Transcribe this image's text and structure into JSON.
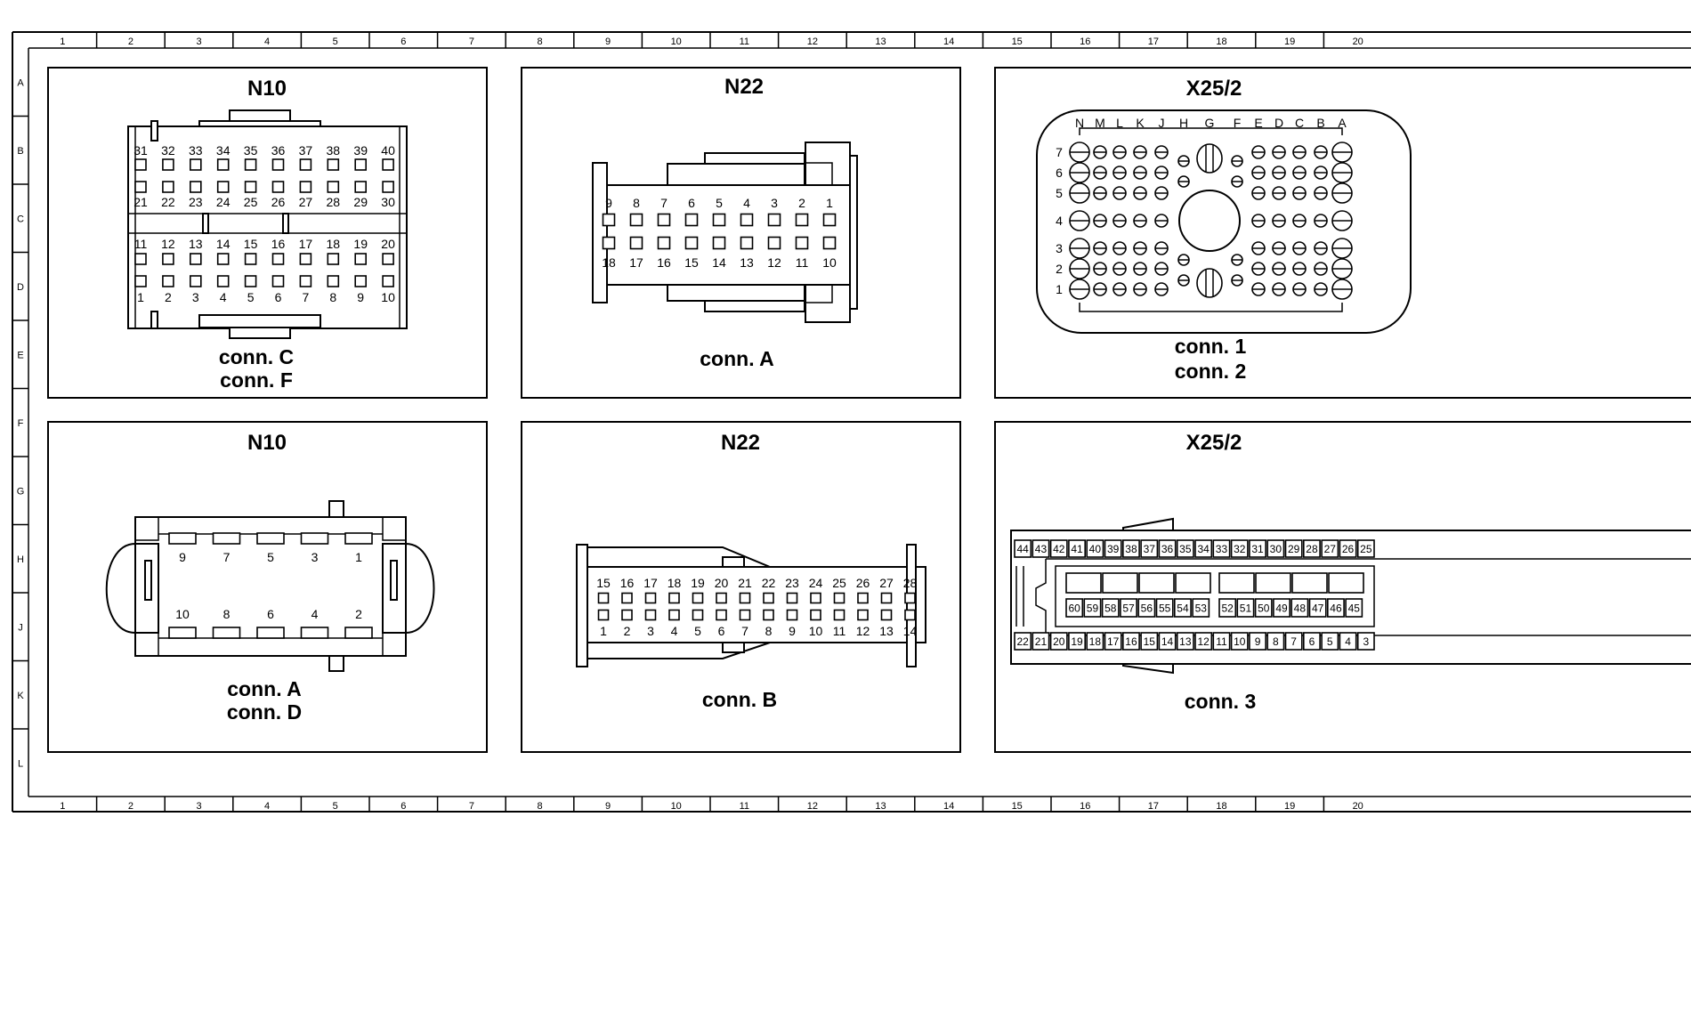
{
  "frame": {
    "columns": [
      "1",
      "2",
      "3",
      "4",
      "5",
      "6",
      "7",
      "8",
      "9",
      "10",
      "11",
      "12",
      "13",
      "14",
      "15",
      "16",
      "17",
      "18",
      "19",
      "20"
    ],
    "rows": [
      "A",
      "B",
      "C",
      "D",
      "E",
      "F",
      "G",
      "H",
      "J",
      "K",
      "L"
    ]
  },
  "panels": [
    {
      "id": "n10-top",
      "title": "N10",
      "labels": [
        "conn. C",
        "conn. F"
      ],
      "upper_top": [
        "31",
        "32",
        "33",
        "34",
        "35",
        "36",
        "37",
        "38",
        "39",
        "40"
      ],
      "upper_bottom": [
        "21",
        "22",
        "23",
        "24",
        "25",
        "26",
        "27",
        "28",
        "29",
        "30"
      ],
      "lower_top": [
        "11",
        "12",
        "13",
        "14",
        "15",
        "16",
        "17",
        "18",
        "19",
        "20"
      ],
      "lower_bottom": [
        "1",
        "2",
        "3",
        "4",
        "5",
        "6",
        "7",
        "8",
        "9",
        "10"
      ]
    },
    {
      "id": "n22-top",
      "title": "N22",
      "labels": [
        "conn. A"
      ],
      "top": [
        "9",
        "8",
        "7",
        "6",
        "5",
        "4",
        "3",
        "2",
        "1"
      ],
      "bottom": [
        "18",
        "17",
        "16",
        "15",
        "14",
        "13",
        "12",
        "11",
        "10"
      ]
    },
    {
      "id": "x25-top",
      "title": "X25/2",
      "labels": [
        "conn. 1",
        "conn. 2"
      ],
      "cols": [
        "N",
        "M",
        "L",
        "K",
        "J",
        "H",
        "G",
        "F",
        "E",
        "D",
        "C",
        "B",
        "A"
      ],
      "rows": [
        "7",
        "6",
        "5",
        "4",
        "3",
        "2",
        "1"
      ]
    },
    {
      "id": "n10-bottom",
      "title": "N10",
      "labels": [
        "conn. A",
        "conn. D"
      ],
      "top": [
        "9",
        "7",
        "5",
        "3",
        "1"
      ],
      "bottom": [
        "10",
        "8",
        "6",
        "4",
        "2"
      ]
    },
    {
      "id": "n22-bottom",
      "title": "N22",
      "labels": [
        "conn. B"
      ],
      "top": [
        "15",
        "16",
        "17",
        "18",
        "19",
        "20",
        "21",
        "22",
        "23",
        "24",
        "25",
        "26",
        "27",
        "28"
      ],
      "bottom": [
        "1",
        "2",
        "3",
        "4",
        "5",
        "6",
        "7",
        "8",
        "9",
        "10",
        "11",
        "12",
        "13",
        "14"
      ]
    },
    {
      "id": "x25-bottom",
      "title": "X25/2",
      "labels": [
        "conn. 3"
      ],
      "top": [
        "44",
        "43",
        "42",
        "41",
        "40",
        "39",
        "38",
        "37",
        "36",
        "35",
        "34",
        "33",
        "32",
        "31",
        "30",
        "29",
        "28",
        "27",
        "26",
        "25"
      ],
      "mid_left": [
        "60",
        "59",
        "58",
        "57",
        "56",
        "55",
        "54",
        "53"
      ],
      "mid_right": [
        "52",
        "51",
        "50",
        "49",
        "48",
        "47",
        "46",
        "45"
      ],
      "bottom": [
        "22",
        "21",
        "20",
        "19",
        "18",
        "17",
        "16",
        "15",
        "14",
        "13",
        "12",
        "11",
        "10",
        "9",
        "8",
        "7",
        "6",
        "5",
        "4",
        "3"
      ]
    }
  ]
}
